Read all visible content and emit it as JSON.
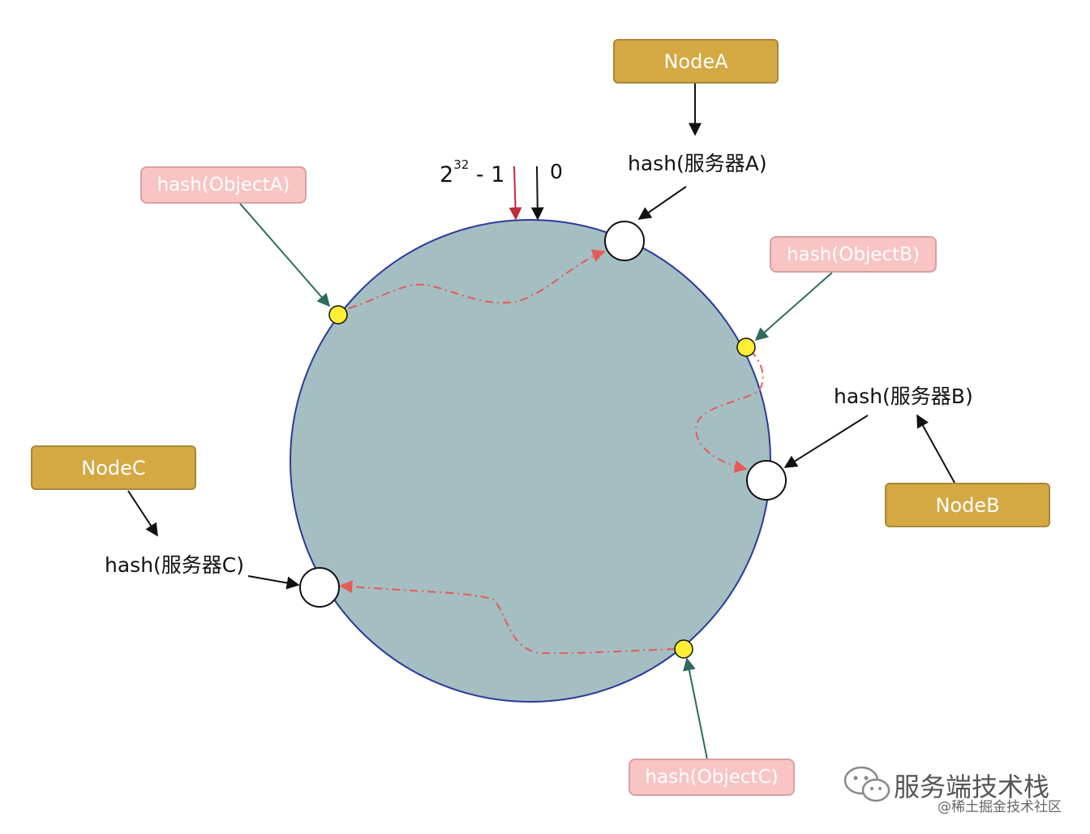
{
  "nodes": {
    "a": "NodeA",
    "b": "NodeB",
    "c": "NodeC"
  },
  "objects": {
    "a": "hash(ObjectA)",
    "b": "hash(ObjectB)",
    "c": "hash(ObjectC)"
  },
  "server_hashes": {
    "a": "hash(服务器A)",
    "b": "hash(服务器B)",
    "c": "hash(服务器C)"
  },
  "range": {
    "max_base": "2",
    "max_exp": "32",
    "max_suffix": "- 1",
    "zero": "0"
  },
  "watermark": {
    "main": "服务端技术栈",
    "sub": "@稀土掘金技术社区"
  },
  "colors": {
    "ring_fill": "#a4bec2",
    "ring_stroke": "#2b3a9c",
    "node_box": "#d4a843",
    "object_box": "#f8c4c4",
    "object_point": "#ffee33",
    "server_point": "#ffffff",
    "path_dash": "#e85a5a",
    "object_arrow": "#2e6b5e",
    "max_arrow": "#c02a3a"
  }
}
